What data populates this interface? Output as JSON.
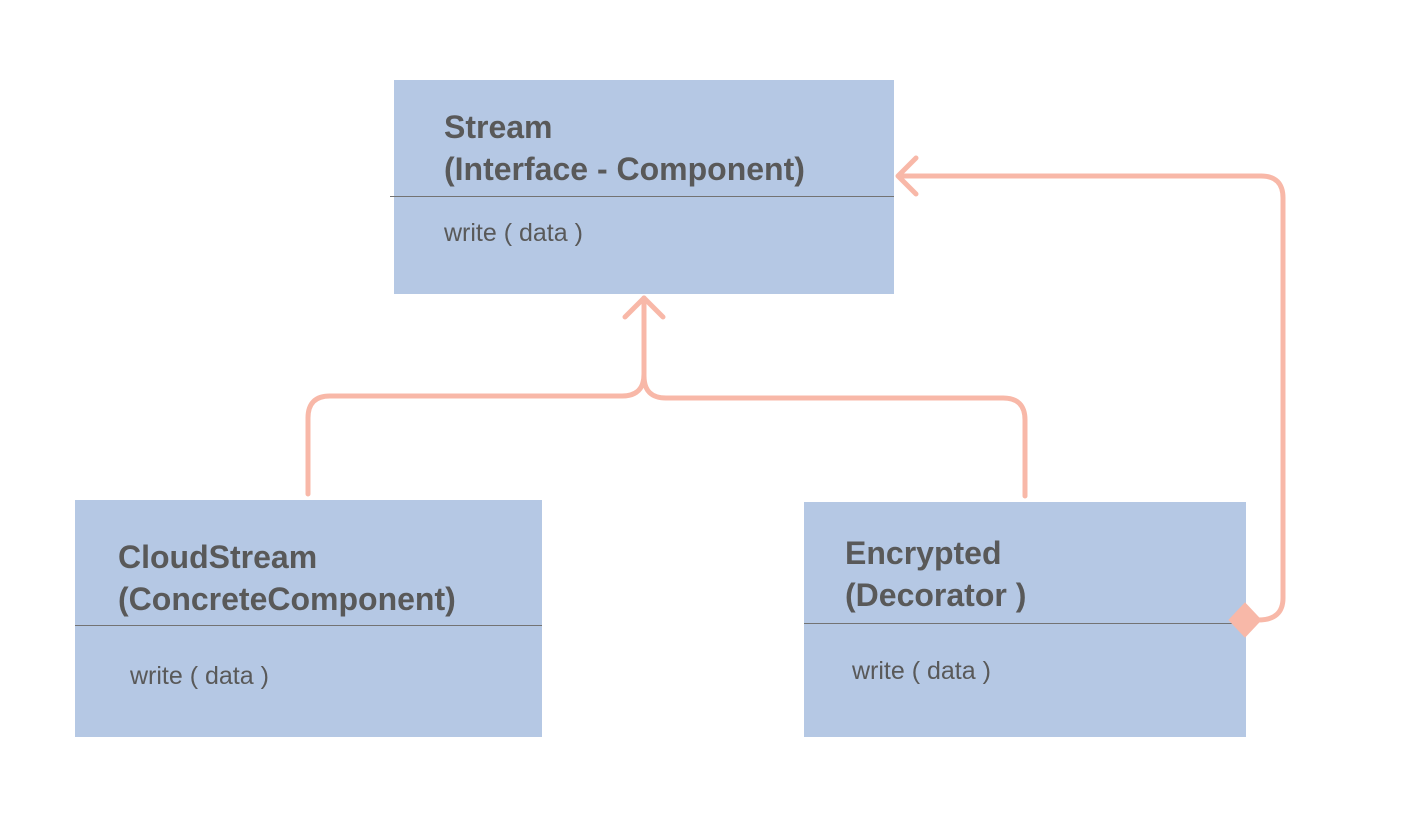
{
  "diagram": {
    "stream": {
      "title_line1": "Stream",
      "title_line2": "(Interface - Component)",
      "method": "write ( data )"
    },
    "cloud_stream": {
      "title_line1": "CloudStream",
      "title_line2": "(ConcreteComponent)",
      "method": "write ( data )"
    },
    "encrypted": {
      "title_line1": "Encrypted",
      "title_line2": "(Decorator )",
      "method": "write ( data )"
    },
    "colors": {
      "box_fill": "#b5c8e4",
      "text": "#595959",
      "connector": "#f8b8a8",
      "divider": "#737373"
    }
  }
}
